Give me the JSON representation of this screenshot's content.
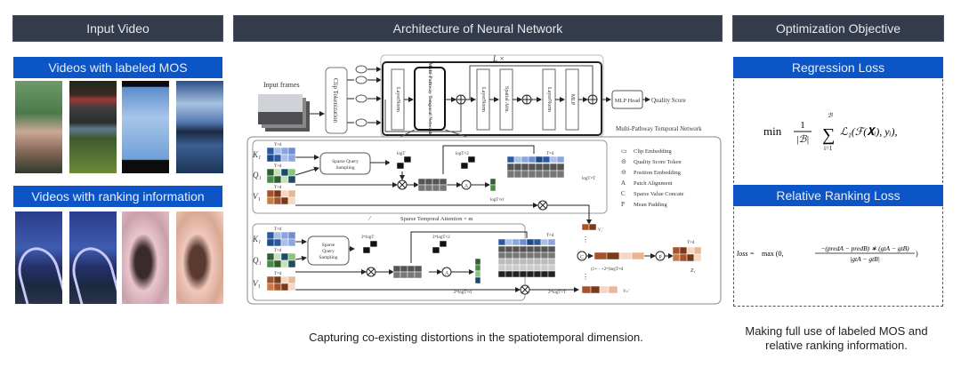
{
  "headers": {
    "input_video": "Input Video",
    "architecture": "Architecture of Neural Network",
    "optimization": "Optimization Objective"
  },
  "input_panel": {
    "labeled_mos_title": "Videos with labeled MOS",
    "ranking_title": "Videos with ranking information",
    "labeled_mos_thumbnails": [
      "girls-group-photo",
      "movie-poster-frame",
      "airplane-sky",
      "seascape-clouds"
    ],
    "ranking_thumbnails": [
      "city-bridge-night",
      "city-bridge-night-variant",
      "girl-cherry-blossom",
      "girl-cherry-blossom-variant"
    ]
  },
  "architecture": {
    "input_frames": "Input frames",
    "clip_tokenization": "Clip Tokenization",
    "layer_norm": "LayerNorm",
    "mptn": "Multi-Pathway Temporal Network",
    "spatial_attn": "Spatial Attn.",
    "mlp": "MLP",
    "mlp_head": "MLP Head",
    "quality_score": "Quality Score",
    "repeat": "L ×",
    "mptn_title": "Multi-Pathway Temporal Network",
    "sparse_query_sampling": "Sparse Query Sampling",
    "sparse_temporal_attention": "Sparse Temporal Attention × m",
    "k1": "K₁",
    "q1": "Q₁",
    "v1": "V₁",
    "txd": "T×d",
    "logT": "logT",
    "logTx2": "logT×2",
    "logTxd": "logT×d",
    "logTxT": "logT×T",
    "m_logT": "2ᵐlogT",
    "m_logTx2": "2ᵐlogT×2",
    "m_logTxd": "2ᵐlogT×d",
    "m_logTxT": "2ᵐlogT×T",
    "concat_dim": "(1+⋯+2ᵐ)logT×d",
    "v1_prime": "V₁'",
    "vm_prime": "Vₘ'",
    "z1": "Z₁",
    "legend": [
      {
        "symbol": "▭",
        "label": "Clip Embedding"
      },
      {
        "symbol": "⊝",
        "label": "Quality Score Token"
      },
      {
        "symbol": "⊝",
        "label": "Position Embedding"
      },
      {
        "symbol": "A",
        "label": "Patch Alignment"
      },
      {
        "symbol": "C",
        "label": "Sparse Value Concate"
      },
      {
        "symbol": "P",
        "label": "Mean Padding"
      }
    ]
  },
  "optimization": {
    "regression_title": "Regression Loss",
    "regression_formula": "min 1/|B| Σ_{i=1}^{B} L₁(F(Xᵢ), yᵢ),",
    "ranking_title": "Relative Ranking Loss",
    "ranking_formula": "loss = max(0, −(predA − predB)·(gtA − gtB) / |gtA − gtB|)"
  },
  "captions": {
    "architecture": "Capturing co-existing distortions in the spatiotemporal dimension.",
    "optimization": "Making full use of labeled MOS and relative ranking information."
  }
}
